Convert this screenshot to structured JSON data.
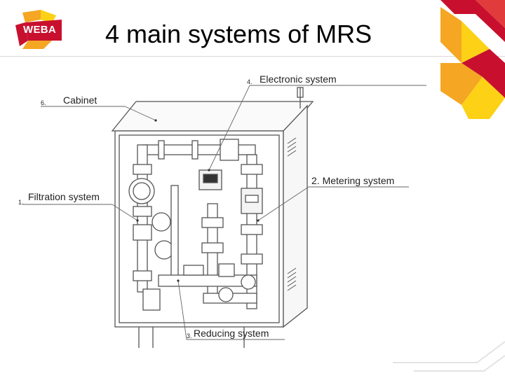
{
  "header": {
    "logo_text": "WEBA",
    "title": "4 main systems of MRS"
  },
  "diagram": {
    "labels": {
      "cabinet": {
        "number": "6.",
        "text": "Cabinet"
      },
      "electronic": {
        "number": "4.",
        "text": "Electronic system"
      },
      "filtration": {
        "number": "1.",
        "text": "Filtration system"
      },
      "metering": {
        "number": "2.",
        "text": "Metering system"
      },
      "reducing": {
        "number": "3.",
        "text": "Reducing system"
      }
    }
  },
  "colors": {
    "brand_red": "#c8102e",
    "brand_orange": "#f5a623",
    "brand_yellow": "#fcd116",
    "line_gray": "#555555"
  }
}
